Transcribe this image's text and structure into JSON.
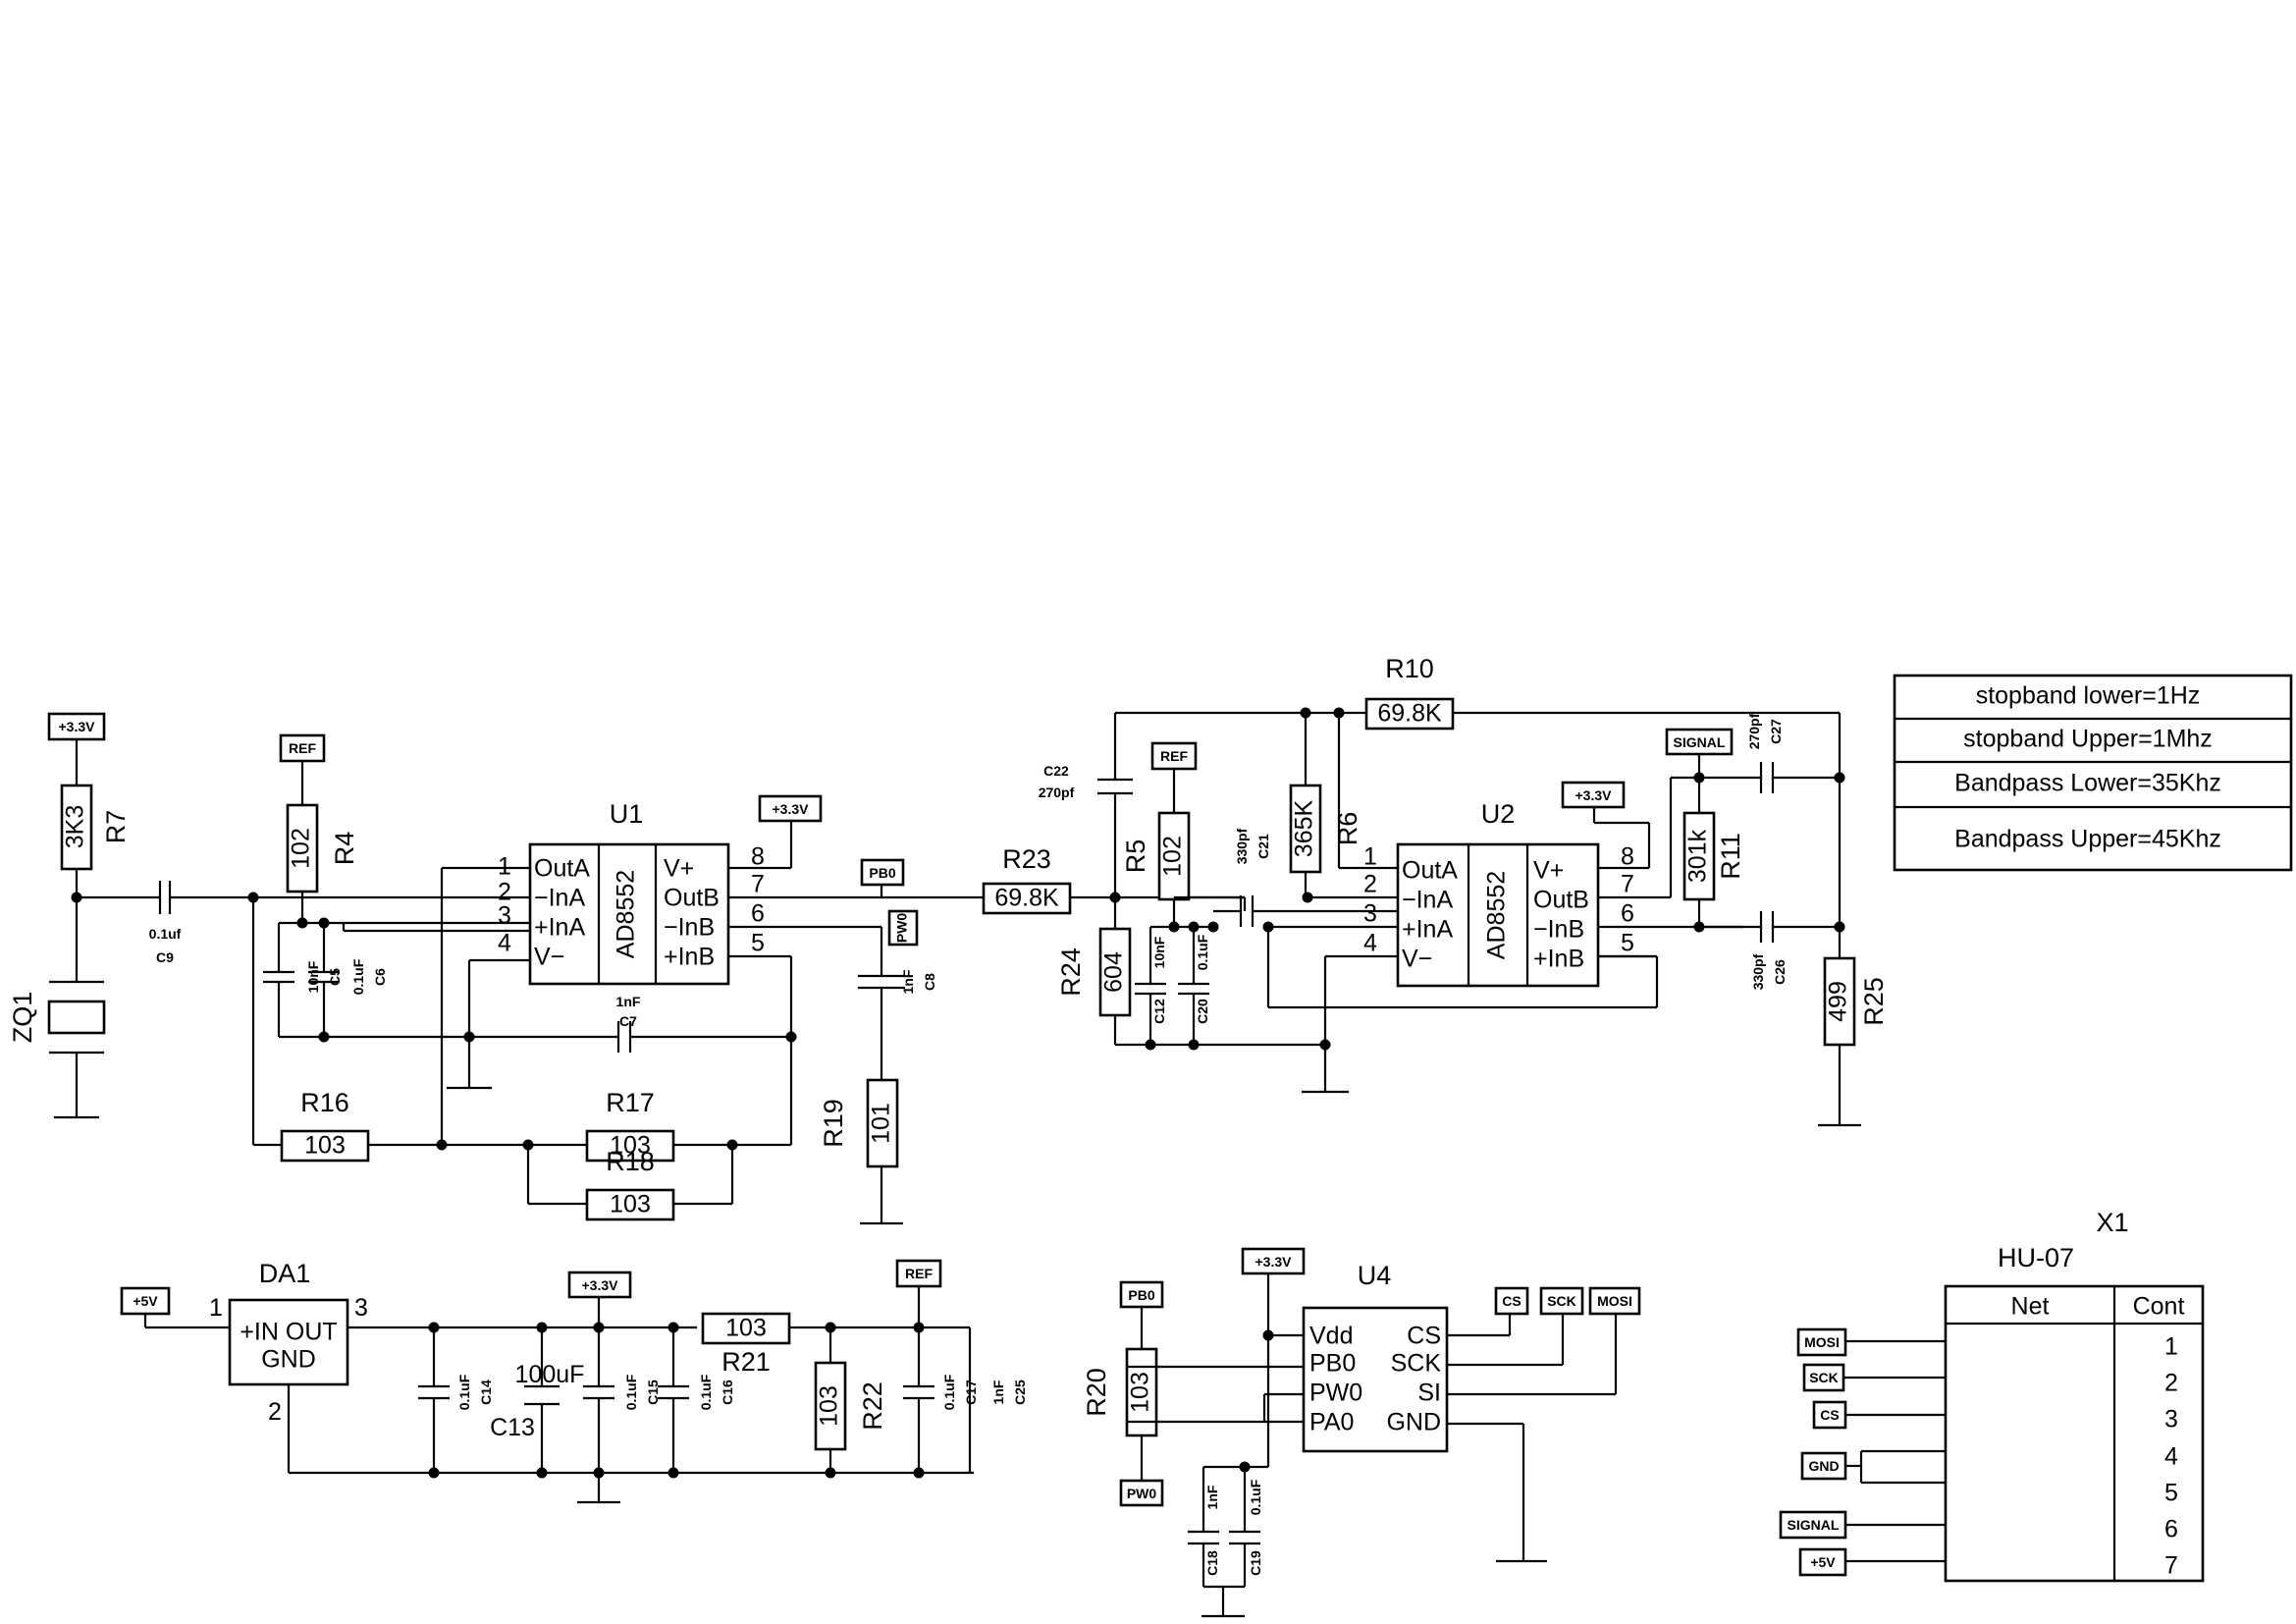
{
  "power": {
    "p33": "+3.3V",
    "p5": "+5V"
  },
  "nets": {
    "ref": "REF",
    "pb0": "PB0",
    "pw0": "PW0",
    "signal": "SIGNAL",
    "cs": "CS",
    "sck": "SCK",
    "mosi": "MOSI",
    "gnd": "GND"
  },
  "resistors": {
    "R7": {
      "ref": "R7",
      "value": "3K3"
    },
    "R4": {
      "ref": "R4",
      "value": "102"
    },
    "R16": {
      "ref": "R16",
      "value": "103"
    },
    "R17": {
      "ref": "R17",
      "value": "103"
    },
    "R18": {
      "ref": "R18",
      "value": "103"
    },
    "R19": {
      "ref": "R19",
      "value": "101"
    },
    "R23": {
      "ref": "R23",
      "value": "69.8K"
    },
    "R24": {
      "ref": "R24",
      "value": "604"
    },
    "R5": {
      "ref": "R5",
      "value": "102"
    },
    "R6": {
      "ref": "R6",
      "value": "365K"
    },
    "R10": {
      "ref": "R10",
      "value": "69.8K"
    },
    "R11": {
      "ref": "R11",
      "value": "301k"
    },
    "R25": {
      "ref": "R25",
      "value": "499"
    },
    "R21": {
      "ref": "R21",
      "value": "103"
    },
    "R22": {
      "ref": "R22",
      "value": "103"
    },
    "R20": {
      "ref": "R20",
      "value": "103"
    }
  },
  "capacitors": {
    "C9": {
      "ref": "C9",
      "value": "0.1uf"
    },
    "C5": {
      "ref": "C5",
      "value": "10nF"
    },
    "C6": {
      "ref": "C6",
      "value": "0.1uF"
    },
    "C7": {
      "ref": "C7",
      "value": "1nF"
    },
    "C8": {
      "ref": "C8",
      "value": "1nF"
    },
    "C22": {
      "ref": "C22",
      "value": "270pf"
    },
    "C12": {
      "ref": "C12",
      "value": "10nF"
    },
    "C20": {
      "ref": "C20",
      "value": "0.1uF"
    },
    "C21": {
      "ref": "C21",
      "value": "330pf"
    },
    "C27": {
      "ref": "C27",
      "value": "270pf"
    },
    "C26": {
      "ref": "C26",
      "value": "330pf"
    },
    "C14": {
      "ref": "C14",
      "value": "0.1uF"
    },
    "C13": {
      "ref": "C13",
      "value": "100uF"
    },
    "C15": {
      "ref": "C15",
      "value": "0.1uF"
    },
    "C16": {
      "ref": "C16",
      "value": "0.1uF"
    },
    "C17": {
      "ref": "C17",
      "value": "0.1uF"
    },
    "C25": {
      "ref": "C25",
      "value": "1nF"
    },
    "C18": {
      "ref": "C18",
      "value": "1nF"
    },
    "C19": {
      "ref": "C19",
      "value": "0.1uF"
    }
  },
  "crystal": {
    "ref": "ZQ1"
  },
  "U1": {
    "ref": "U1",
    "part": "AD8552",
    "left_pins": [
      "1",
      "2",
      "3",
      "4"
    ],
    "left_names": [
      "OutA",
      "−InA",
      "+InA",
      "V−"
    ],
    "right_names": [
      "V+",
      "OutB",
      "−InB",
      "+InB"
    ],
    "right_pins": [
      "8",
      "7",
      "6",
      "5"
    ]
  },
  "U2": {
    "ref": "U2",
    "part": "AD8552",
    "left_pins": [
      "1",
      "2",
      "3",
      "4"
    ],
    "left_names": [
      "OutA",
      "−InA",
      "+InA",
      "V−"
    ],
    "right_names": [
      "V+",
      "OutB",
      "−InB",
      "+InB"
    ],
    "right_pins": [
      "8",
      "7",
      "6",
      "5"
    ]
  },
  "DA1": {
    "ref": "DA1",
    "line1": "+IN OUT",
    "line2": "GND",
    "pin_in": "1",
    "pin_out": "3",
    "pin_gnd": "2"
  },
  "U4": {
    "ref": "U4",
    "left": [
      "Vdd",
      "PB0",
      "PW0",
      "PA0"
    ],
    "right": [
      "CS",
      "SCK",
      "SI",
      "GND"
    ]
  },
  "X1": {
    "ref": "X1",
    "part": "HU-07",
    "col_net": "Net",
    "col_cont": "Cont",
    "rows": [
      "1",
      "2",
      "3",
      "4",
      "5",
      "6",
      "7"
    ],
    "labels": [
      "MOSI",
      "SCK",
      "CS",
      "GND",
      "SIGNAL",
      "+5V"
    ]
  },
  "notes": [
    "stopband lower=1Hz",
    "stopband Upper=1Mhz",
    "Bandpass Lower=35Khz",
    "Bandpass Upper=45Khz"
  ]
}
